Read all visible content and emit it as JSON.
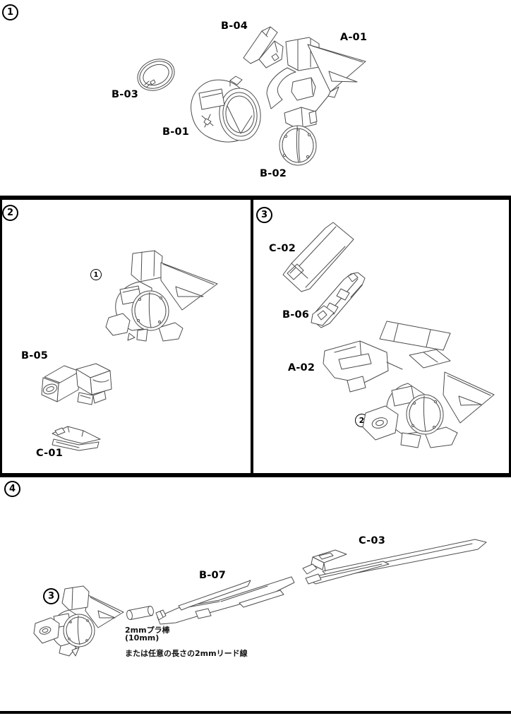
{
  "colors": {
    "ink": "#000000",
    "art_line": "#4d4d4d",
    "paper": "#ffffff"
  },
  "steps": {
    "s1": {
      "badge": "1",
      "parts": {
        "b04": "B-04",
        "a01": "A-01",
        "b03": "B-03",
        "b01": "B-01",
        "b02": "B-02"
      }
    },
    "s2": {
      "badge": "2",
      "ref_badge": "1",
      "parts": {
        "b05": "B-05",
        "c01": "C-01"
      }
    },
    "s3": {
      "badge": "3",
      "ref_badge": "2",
      "parts": {
        "c02": "C-02",
        "b06": "B-06",
        "a02": "A-02"
      }
    },
    "s4": {
      "badge": "4",
      "ref_badge": "3",
      "parts": {
        "b07": "B-07",
        "c03": "C-03"
      },
      "note_line1": "2mmプラ棒",
      "note_line2": "(10mm)",
      "note_line3": "または任意の長さの2mmリード線"
    }
  }
}
